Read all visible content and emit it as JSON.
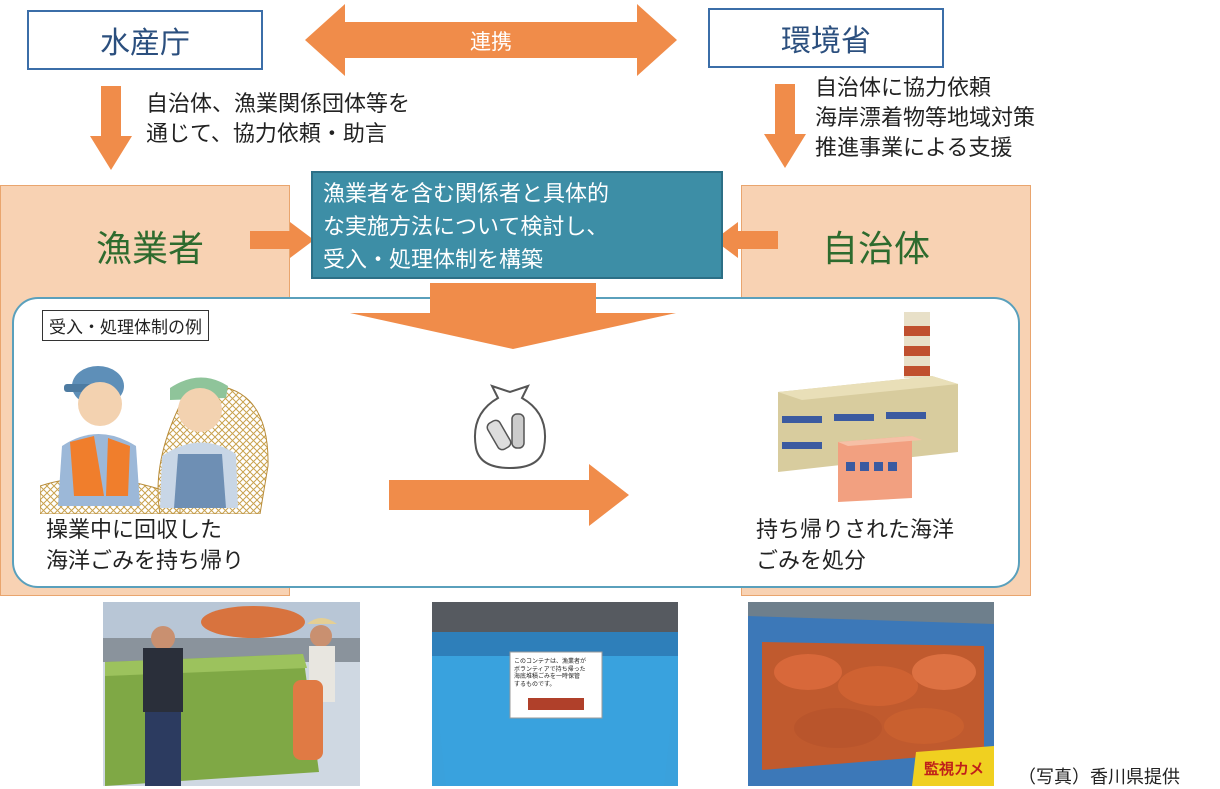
{
  "agencies": {
    "left": "水産庁",
    "right": "環境省",
    "link": "連携"
  },
  "notes": {
    "left": "自治体、漁業関係団体等を\n通じて、協力依頼・助言",
    "right": "自治体に協力依頼\n海岸漂着物等地域対策\n推進事業による支援"
  },
  "actors": {
    "fishers": "漁業者",
    "municipality": "自治体"
  },
  "center_box": "漁業者を含む関係者と具体的\nな実施方法について検討し、\n受入・処理体制を構築",
  "example": {
    "label": "受入・処理体制の例",
    "left_caption": "操業中に回収した\n海洋ごみを持ち帰り",
    "right_caption": "持ち帰りされた海洋\nごみを処分"
  },
  "photos": {
    "container_sign": "このコンテナは、漁業者が\nボランティアで持ち帰った\n海底堆積ごみを一時保管\nするものです。",
    "camera_sign": "監視カメ"
  },
  "credit": "（写真）香川県提供",
  "colors": {
    "arrow": "#f08c4a",
    "panel": "#f8d2b3",
    "center_box": "#3d8ea6",
    "frame": "#5aa0bc",
    "agency_border": "#3b6ea8"
  }
}
